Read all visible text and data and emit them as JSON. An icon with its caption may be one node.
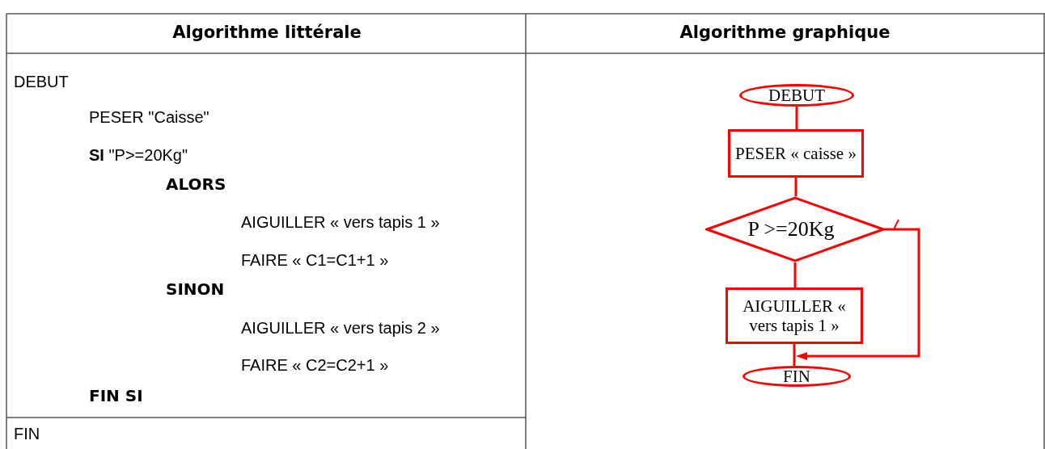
{
  "diagram": {
    "nodes": [
      {
        "text": [
          "DEBUT"
        ]
      },
      {
        "text": [
          "PESER « caisse »"
        ]
      },
      {
        "text": [
          "P >=20Kg"
        ]
      },
      {
        "text": [
          "AIGUILLER « vers tapis 1 »"
        ]
      },
      {
        "text": [
          "FIN"
        ]
      }
    ],
    "edges": [
      {
        "from": 0,
        "to": 1,
        "arrow": "none"
      },
      {
        "from": 1,
        "to": 2,
        "arrow": "none"
      },
      {
        "from": 2,
        "to": 3,
        "arrow": "none"
      },
      {
        "from": 3,
        "to": 4,
        "arrow": "none"
      },
      {
        "from": 2,
        "to": 4,
        "arrow": "to"
      }
    ],
    "labels": [
      "Algorithme littérale",
      "Algorithme graphique",
      "DEBUT",
      "PESER \"Caisse\"",
      "**SI** \"P>=20Kg\"",
      "ALORS",
      "AIGUILLER « vers tapis 1 »",
      "FAIRE « C1=C1+1 »",
      "SINON",
      "AIGUILLER « vers tapis 2 »",
      "FAIRE « C2=C2+1 »",
      "FIN SI",
      "FIN"
    ]
  }
}
